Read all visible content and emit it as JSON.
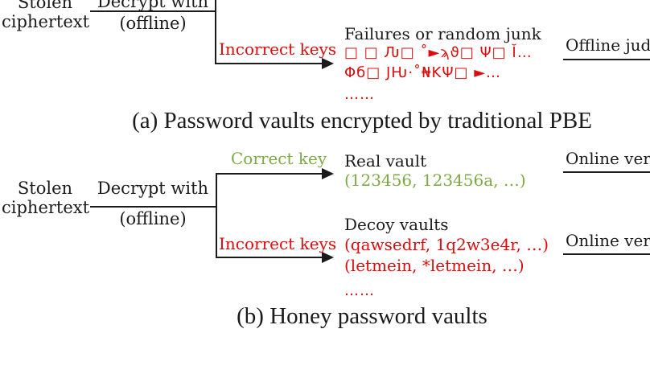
{
  "colors": {
    "ink": "#1b1b1b",
    "red": "#dd0d0d",
    "green": "#7daa44"
  },
  "diagram_a": {
    "stolen_line1": "Stolen",
    "stolen_line2": "ciphertext",
    "decrypt_label": "Decrypt with",
    "offline_label": "(offline)",
    "incorrect_keys_label": "Incorrect keys",
    "result_title": "Failures or random junk",
    "junk_line1": "□ □ Ԉ□ ˚►ϡϑ□ Ψ□ Ĭ…",
    "junk_line2": "Φб□ JԊ·˚₦ΚΨ□ ►…",
    "ellipsis": "……",
    "right_arrow_label": "Offline jud",
    "caption": "(a) Password vaults encrypted by traditional PBE"
  },
  "diagram_b": {
    "stolen_line1": "Stolen",
    "stolen_line2": "ciphertext",
    "decrypt_label": "Decrypt with",
    "offline_label": "(offline)",
    "correct_key_label": "Correct key",
    "incorrect_keys_label": "Incorrect keys",
    "real_vault_title": "Real vault",
    "real_vault_passwords": "(123456, 123456a, …)",
    "decoy_vault_title": "Decoy vaults",
    "decoy_passwords_line1": "(qawsedrf, 1q2w3e4r, …)",
    "decoy_passwords_line2": "(letmein, *letmein, …)",
    "ellipsis": "……",
    "right_arrow_label_top": "Online veri",
    "right_arrow_label_bottom": "Online veri",
    "caption": "(b) Honey password vaults"
  }
}
